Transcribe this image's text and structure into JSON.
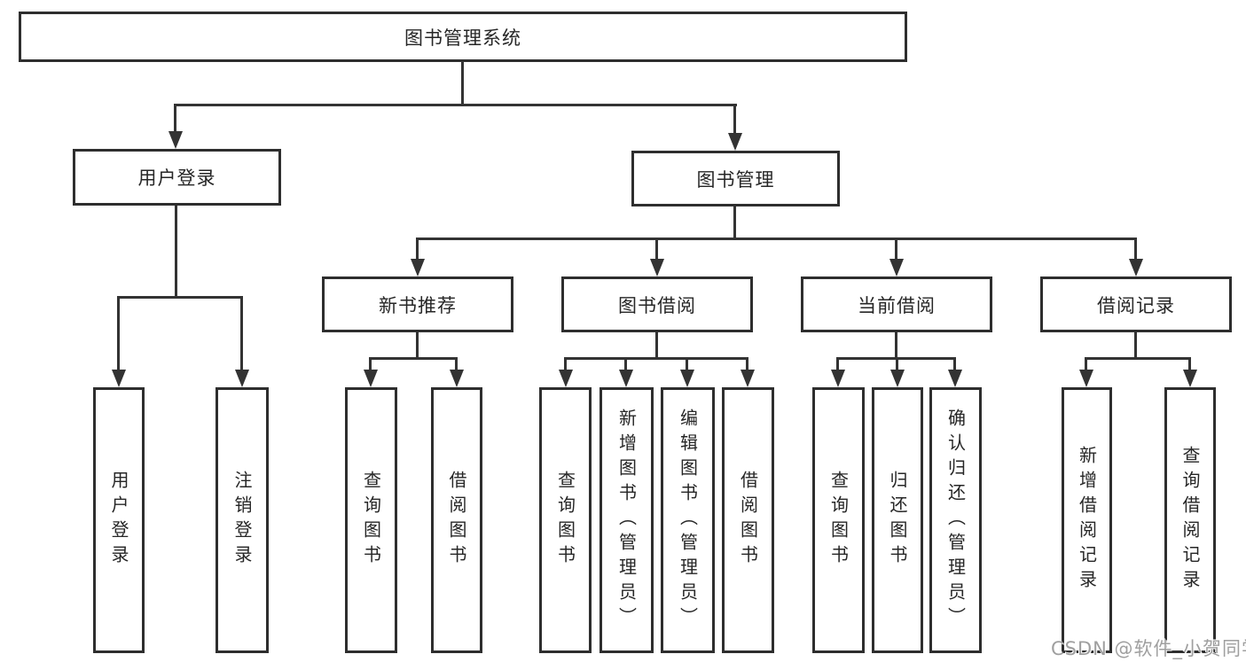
{
  "root": {
    "label": "图书管理系统"
  },
  "level2": [
    {
      "label": "用户登录"
    },
    {
      "label": "图书管理"
    }
  ],
  "level3": [
    {
      "label": "新书推荐"
    },
    {
      "label": "图书借阅"
    },
    {
      "label": "当前借阅"
    },
    {
      "label": "借阅记录"
    }
  ],
  "leaves": [
    {
      "label": "用户登录"
    },
    {
      "label": "注销登录"
    },
    {
      "label": "查询图书"
    },
    {
      "label": "借阅图书"
    },
    {
      "label": "查询图书"
    },
    {
      "label": "新增图书（管理员）"
    },
    {
      "label": "编辑图书（管理员）"
    },
    {
      "label": "借阅图书"
    },
    {
      "label": "查询图书"
    },
    {
      "label": "归还图书"
    },
    {
      "label": "确认归还（管理员）"
    },
    {
      "label": "新增借阅记录"
    },
    {
      "label": "查询借阅记录"
    }
  ],
  "watermark": {
    "text": "CSDN @软件_小贺同学"
  },
  "colors": {
    "line": "#333333",
    "box_border": "#2e2e2e",
    "box_fill": "#ffffff",
    "text": "#262626",
    "watermark": "#9f9f9f",
    "background": "#ffffff"
  }
}
